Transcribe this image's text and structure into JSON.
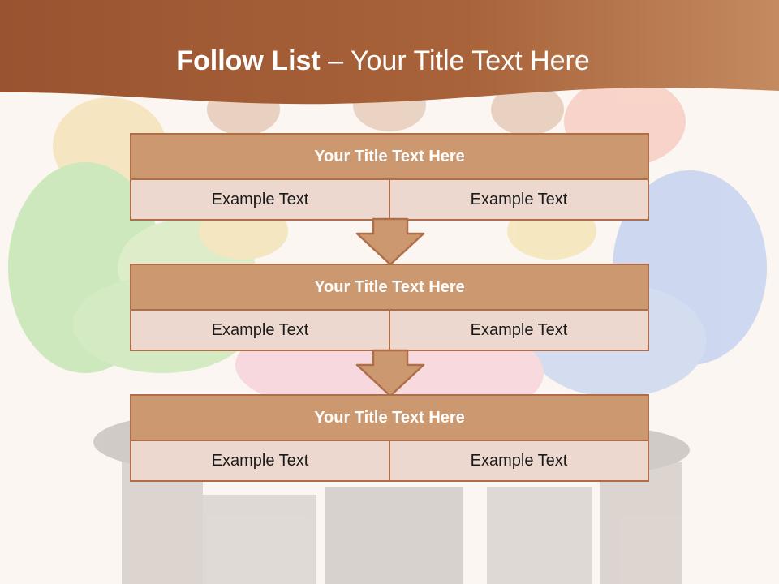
{
  "slide": {
    "title_bold": "Follow List",
    "title_rest": " – Your Title Text Here"
  },
  "blocks": [
    {
      "title": "Your Title Text Here",
      "left": "Example Text",
      "right": "Example Text"
    },
    {
      "title": "Your Title Text Here",
      "left": "Example Text",
      "right": "Example Text"
    },
    {
      "title": "Your Title Text Here",
      "left": "Example Text",
      "right": "Example Text"
    }
  ],
  "colors": {
    "banner": "#9c5a32",
    "header_fill": "#cc9870",
    "cell_fill": "#ecd8cf",
    "border": "#b06e48",
    "background": "#fbf6f2"
  }
}
